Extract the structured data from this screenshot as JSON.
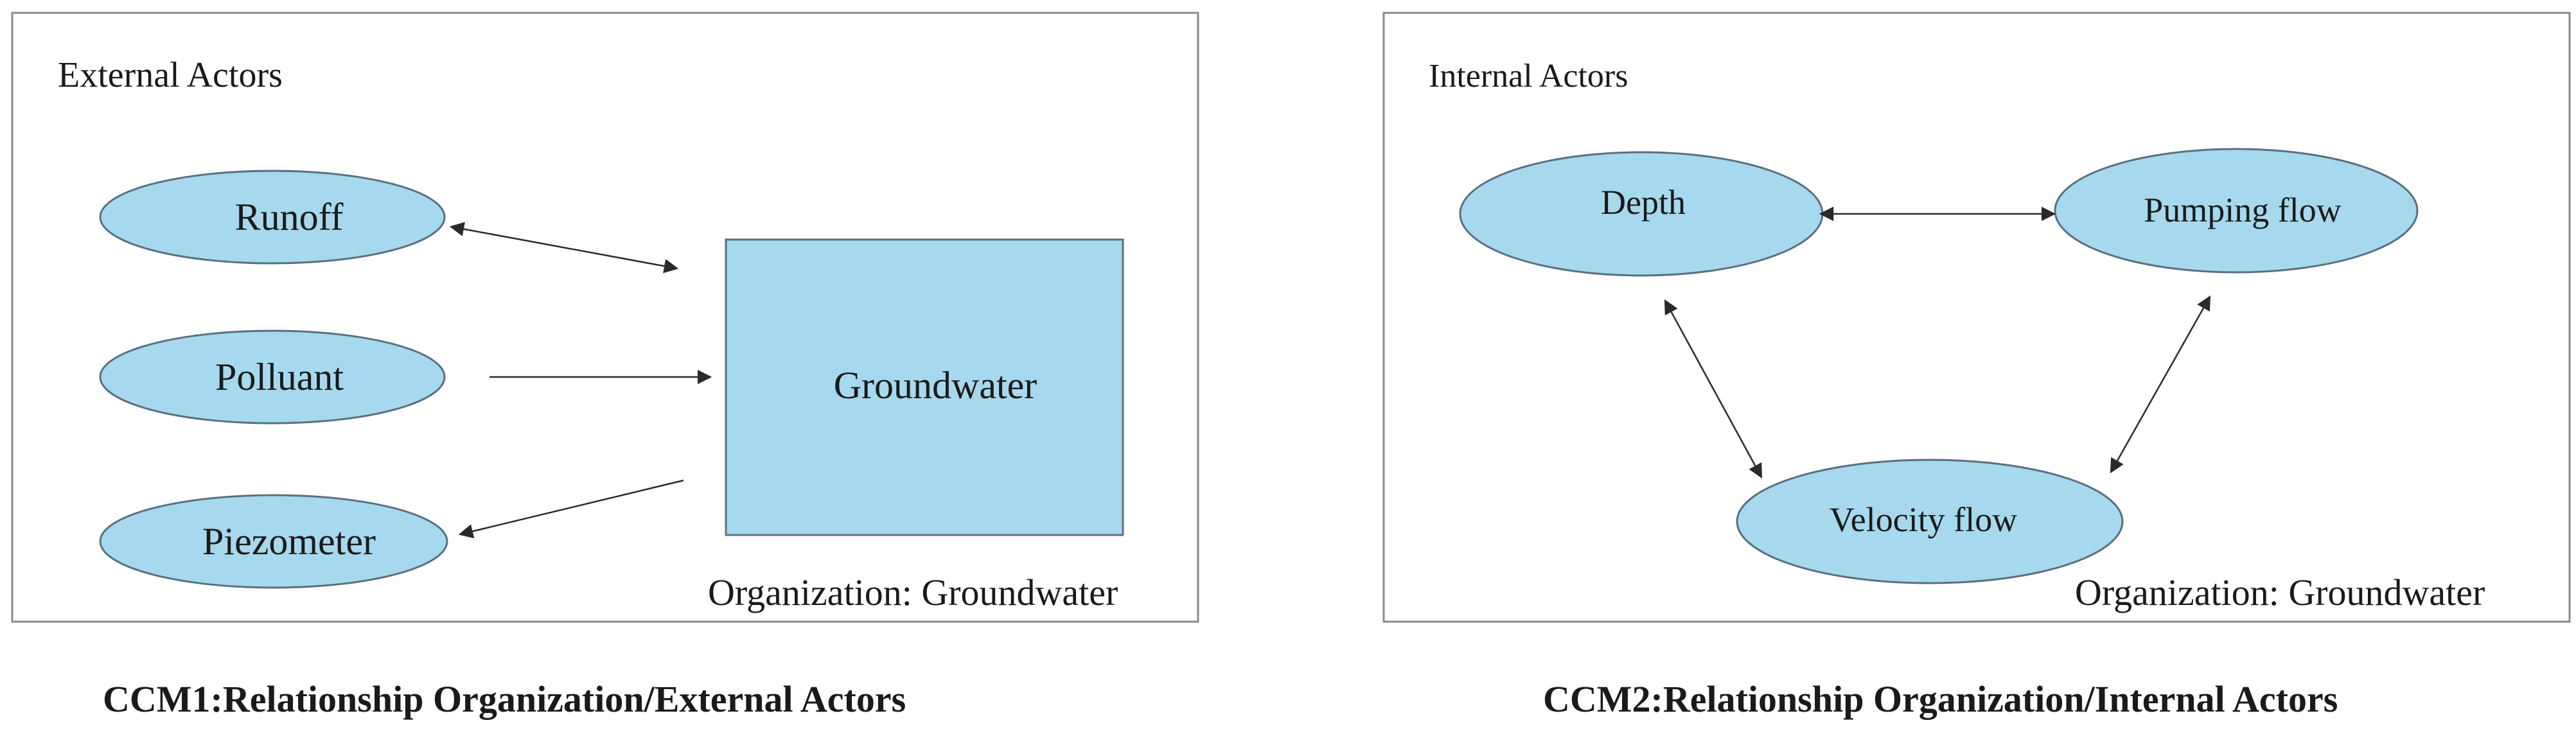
{
  "panels": [
    {
      "id": "ccm1",
      "header": "External Actors",
      "nodes": [
        {
          "key": "runoff",
          "label": "Runoff"
        },
        {
          "key": "pollutant",
          "label": "Polluant"
        },
        {
          "key": "piezometer",
          "label": "Piezometer"
        },
        {
          "key": "groundwater",
          "label": "Groundwater"
        }
      ],
      "organization_label": "Organization: Groundwater",
      "caption": "CCM1:Relationship Organization/External Actors"
    },
    {
      "id": "ccm2",
      "header": "Internal Actors",
      "nodes": [
        {
          "key": "depth",
          "label": "Depth"
        },
        {
          "key": "pumping_flow",
          "label": "Pumping flow"
        },
        {
          "key": "velocity_flow",
          "label": "Velocity flow"
        }
      ],
      "organization_label": "Organization: Groundwater",
      "caption": "CCM2:Relationship Organization/Internal Actors"
    }
  ],
  "edges": [
    {
      "from": "runoff",
      "to": "groundwater",
      "direction": "both"
    },
    {
      "from": "pollutant",
      "to": "groundwater",
      "direction": "forward"
    },
    {
      "from": "groundwater",
      "to": "piezometer",
      "direction": "forward"
    },
    {
      "from": "depth",
      "to": "pumping_flow",
      "direction": "both"
    },
    {
      "from": "depth",
      "to": "velocity_flow",
      "direction": "both"
    },
    {
      "from": "pumping_flow",
      "to": "velocity_flow",
      "direction": "both"
    }
  ],
  "colors": {
    "node_fill": "#a6d8ee",
    "node_stroke": "#5a6f80",
    "frame_stroke": "#8a8a8a",
    "arrow": "#2a2a2a",
    "text": "#1a1a1a"
  }
}
